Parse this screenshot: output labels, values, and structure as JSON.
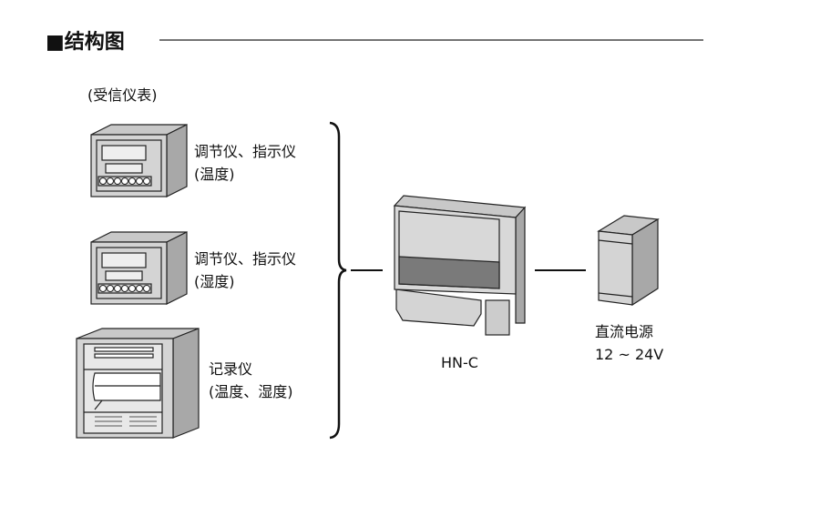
{
  "title": "■结构图",
  "receiver_group_label": "(受信仪表)",
  "devices": [
    {
      "name": "调节仪、指示仪",
      "sub": "(温度)"
    },
    {
      "name": "调节仪、指示仪",
      "sub": "(湿度)"
    },
    {
      "name": "记录仪",
      "sub": "(温度、湿度)"
    }
  ],
  "sensor": {
    "model": "HN-C"
  },
  "power": {
    "name": "直流电源",
    "voltage": "12 ~ 24V"
  },
  "colors": {
    "device_front": "#d4d4d4",
    "device_side": "#a8a8a8",
    "sensor_band": "#7a7a7a"
  }
}
